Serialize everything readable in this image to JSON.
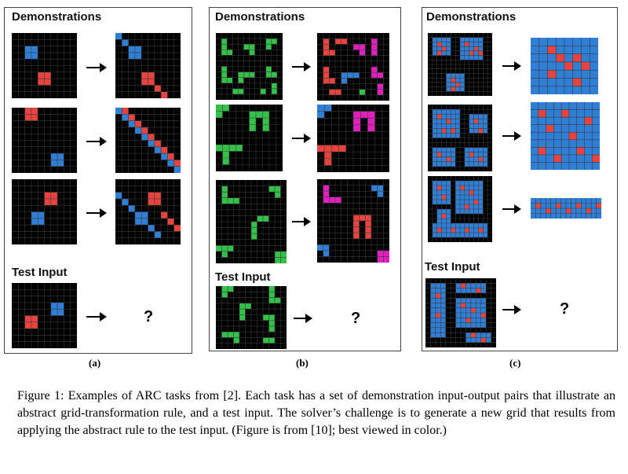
{
  "colors": {
    "red": "#e8433f",
    "blue": "#2f7fd6",
    "green": "#33c14a",
    "magenta": "#e11fbf",
    "grid_line": "#3a3a3a",
    "background": "#000000"
  },
  "panels": [
    {
      "id": "a",
      "demo_title": "Demonstrations",
      "test_title": "Test Input",
      "label": "(a)",
      "answer": "?"
    },
    {
      "id": "b",
      "demo_title": "Demonstrations",
      "test_title": "Test Input",
      "label": "(b)",
      "answer": "?"
    },
    {
      "id": "c",
      "demo_title": "Demonstrations",
      "test_title": "Test Input",
      "label": "(c)",
      "answer": "?"
    }
  ],
  "caption": "Figure 1: Examples of ARC tasks from [2]. Each task has a set of demonstration input-output pairs that illustrate an abstract grid-transformation rule, and a test input. The solver’s challenge is to generate a new grid that results from applying the abstract rule to the test input. (Figure is from [10]; best viewed in color.)"
}
